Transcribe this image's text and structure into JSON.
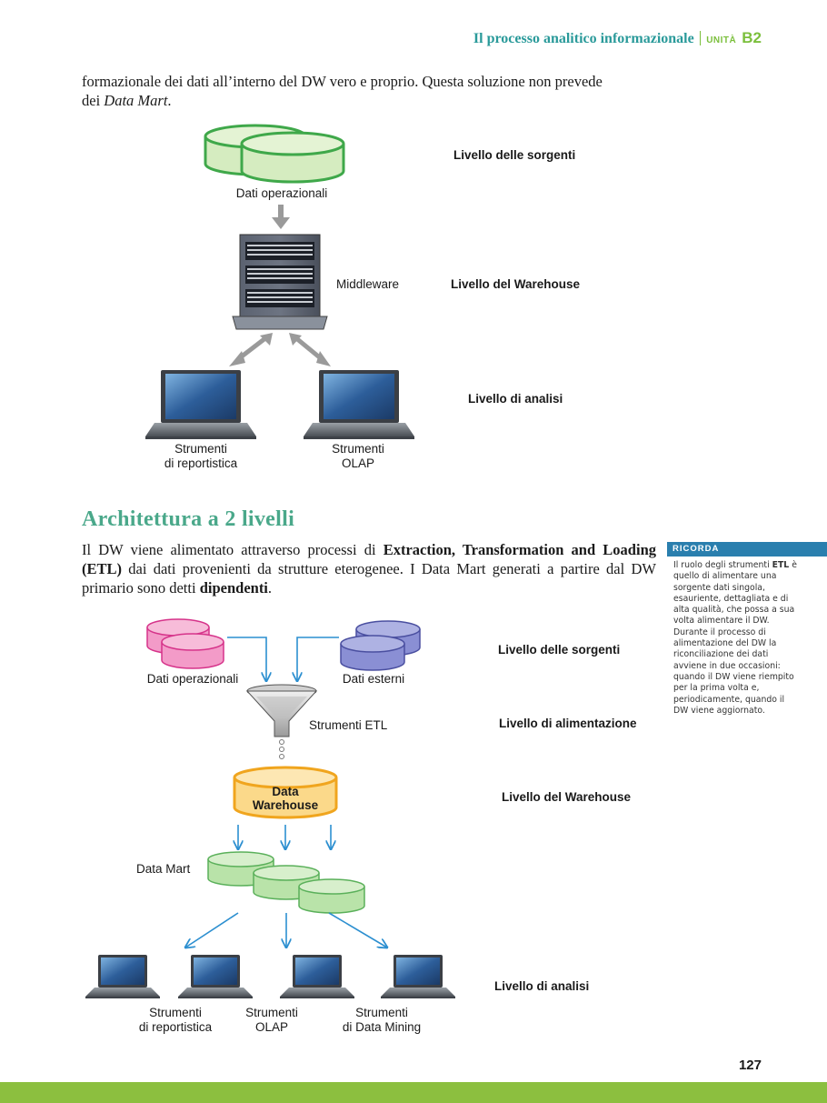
{
  "header": {
    "title": "Il processo analitico informazionale",
    "unit_label": "UNITÀ",
    "unit_code": "B2"
  },
  "intro_paragraph": {
    "line1": "formazionale dei dati all’interno del DW vero e proprio. Questa soluzione non prevede",
    "line2_prefix": "dei ",
    "line2_italic": "Data Mart",
    "line2_suffix": "."
  },
  "diagram1": {
    "levels": {
      "sources": "Livello delle sorgenti",
      "warehouse": "Livello del Warehouse",
      "analysis": "Livello di analisi"
    },
    "labels": {
      "operational_data": "Dati operazionali",
      "middleware": "Middleware",
      "reporting_l1": "Strumenti",
      "reporting_l2": "di reportistica",
      "olap_l1": "Strumenti",
      "olap_l2": "OLAP"
    }
  },
  "section": {
    "heading": "Architettura a 2 livelli",
    "para": {
      "s1": "Il DW viene alimentato attraverso processi di ",
      "b1": "Extraction, Transformation and Loading (ETL)",
      "s2": " dai dati provenienti da strutture eterogenee. I Data Mart generati a partire dal DW primario sono detti ",
      "b2": "dipendenti",
      "s3": "."
    }
  },
  "sidebar": {
    "heading": "RICORDA",
    "text_prefix": "Il ruolo degli strumenti ",
    "text_bold": "ETL",
    "text_suffix": " è quello di alimentare una sorgente dati singola, esauriente, dettagliata e di alta qualità, che possa a sua volta alimentare il DW. Durante il processo di alimentazione del DW la riconciliazione dei dati avviene in due occasioni: quando il DW viene riempito per la prima volta e, periodicamente, quando il DW viene aggiornato."
  },
  "diagram2": {
    "levels": {
      "sources": "Livello delle sorgenti",
      "feeding": "Livello di alimentazione",
      "warehouse": "Livello del Warehouse",
      "analysis": "Livello di analisi"
    },
    "labels": {
      "operational_data": "Dati operazionali",
      "external_data": "Dati esterni",
      "etl_tools": "Strumenti ETL",
      "dw_l1": "Data",
      "dw_l2": "Warehouse",
      "data_mart": "Data Mart",
      "reporting_l1": "Strumenti",
      "reporting_l2": "di reportistica",
      "olap_l1": "Strumenti",
      "olap_l2": "OLAP",
      "mining_l1": "Strumenti",
      "mining_l2": "di Data Mining"
    }
  },
  "page_number": "127",
  "colors": {
    "teal": "#2a9a9a",
    "green": "#7bbf3c",
    "heading": "#4aa88a",
    "blue_arrow": "#2c8fd0",
    "footer": "#8cbf3f"
  }
}
